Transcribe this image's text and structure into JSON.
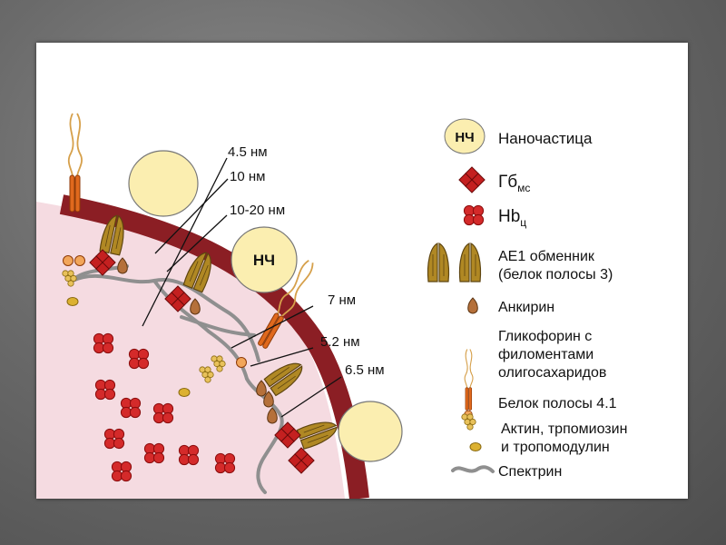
{
  "measures": {
    "m1": "4.5 нм",
    "m2": "10 нм",
    "m3": "10-20 нм",
    "m4": "7 нм",
    "m5": "5.2 нм",
    "m6": "6.5 нм"
  },
  "nanoparticle_label": "НЧ",
  "legend": {
    "nanoparticle_symbol": "НЧ",
    "nanoparticle": "Наночастица",
    "hb_ms_base": "Гб",
    "hb_ms_sub": "мс",
    "hb_c_base": "Hb",
    "hb_c_sub": "ц",
    "ae1_line1": "АЕ1 обменник",
    "ae1_line2": "(белок полосы 3)",
    "ankyrin": "Анкирин",
    "glycophorin_line1": "Гликофорин с",
    "glycophorin_line2": "филоментами",
    "glycophorin_line3": "олигосахаридов",
    "band41": "Белок полосы 4.1",
    "actin_line1": "Актин, трпомиозин",
    "actin_line2": "и тропомодулин",
    "spectrin": "Спектрин"
  },
  "colors": {
    "membrane": "#8b1e24",
    "cytoplasm": "#f5dbe1",
    "nanoparticle": "#fbeeb0",
    "hemoglobin": "#d42a2a",
    "ae1": "#b08824",
    "glycophorin": "#e0691d",
    "ankyrin": "#b5703a",
    "spectrin": "#8f8f8f"
  }
}
